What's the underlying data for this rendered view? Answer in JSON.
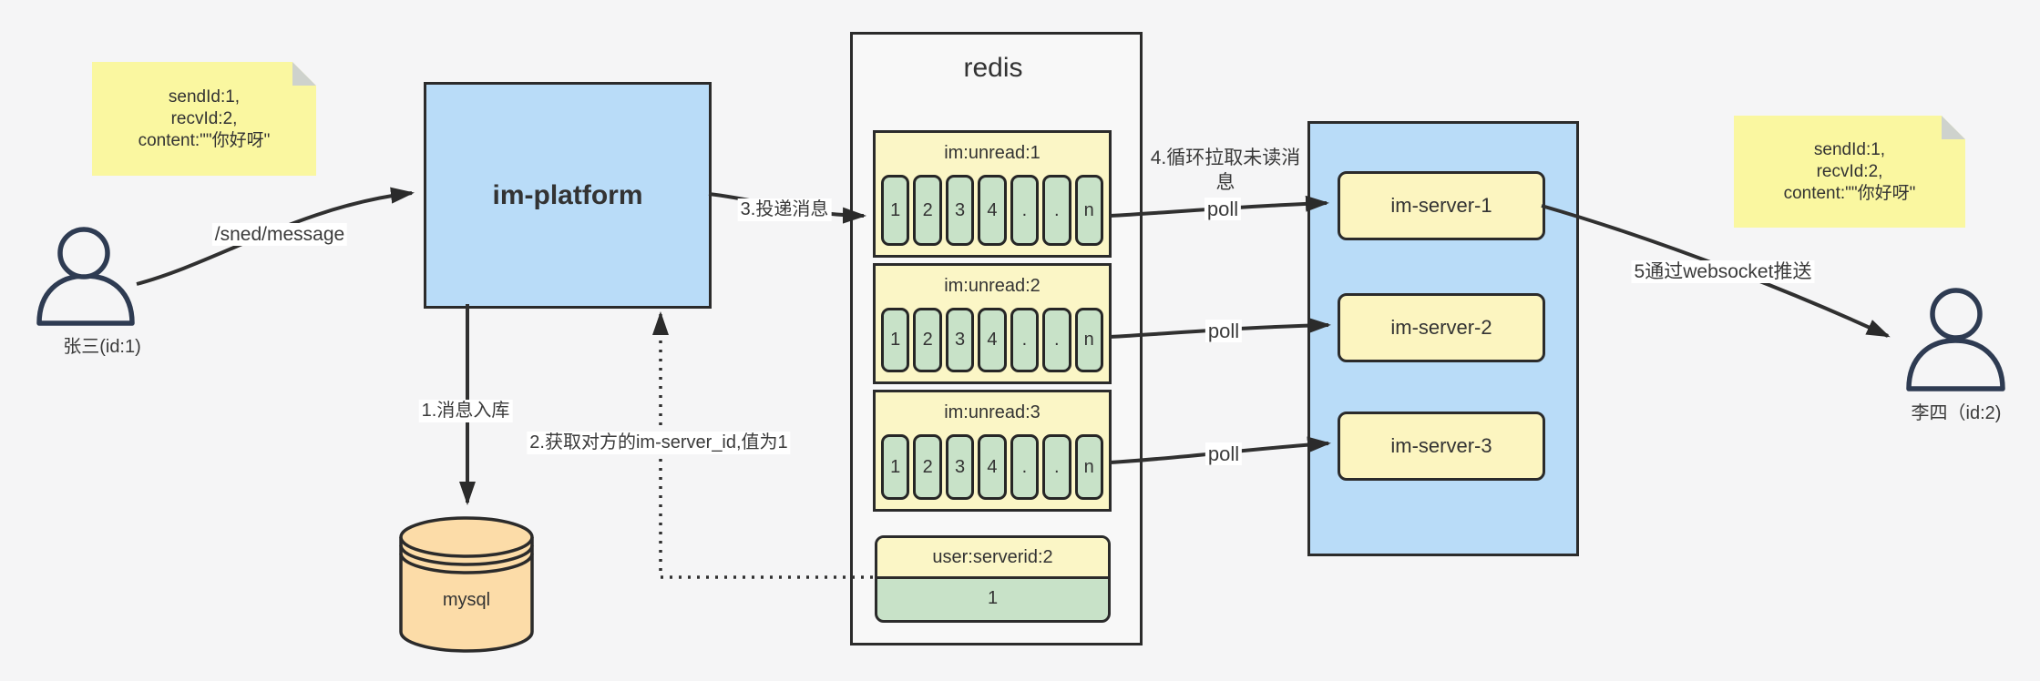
{
  "notes": {
    "left": {
      "lines": [
        "sendId:1,",
        "recvId:2,",
        "content:\"\"你好呀\""
      ]
    },
    "right": {
      "lines": [
        "sendId:1,",
        "recvId:2,",
        "content:\"\"你好呀\""
      ]
    }
  },
  "actors": {
    "sender": {
      "label": "张三(id:1)"
    },
    "receiver": {
      "label": "李四（id:2)"
    }
  },
  "platform": {
    "label": "im-platform"
  },
  "database": {
    "label": "mysql"
  },
  "redis": {
    "title": "redis",
    "queues": [
      {
        "title": "im:unread:1",
        "cells": [
          "1",
          "2",
          "3",
          "4",
          ".",
          ".",
          "n"
        ]
      },
      {
        "title": "im:unread:2",
        "cells": [
          "1",
          "2",
          "3",
          "4",
          ".",
          ".",
          "n"
        ]
      },
      {
        "title": "im:unread:3",
        "cells": [
          "1",
          "2",
          "3",
          "4",
          ".",
          ".",
          "n"
        ]
      }
    ],
    "kv": {
      "key": "user:serverid:2",
      "value": "1"
    }
  },
  "servers": [
    {
      "label": "im-server-1"
    },
    {
      "label": "im-server-2"
    },
    {
      "label": "im-server-3"
    }
  ],
  "edges": {
    "send_api": "/sned/message",
    "step1": "1.消息入库",
    "step2": "2.获取对方的im-server_id,值为1",
    "step3": "3.投递消息",
    "step4_line1": "4.循环拉取未读消",
    "step4_line2": "息",
    "poll1": "poll",
    "poll2": "poll",
    "poll3": "poll",
    "step5": "5通过websocket推送"
  },
  "colors": {
    "background": "#f5f5f6",
    "note_yellow": "#faf7a0",
    "box_blue": "#b9dcf8",
    "queue_yellow": "#fbf6c6",
    "cell_green": "#c8e2c8",
    "mysql_orange": "#fcdca8",
    "stroke_dark": "#2b2b2b",
    "actor_stroke": "#2e3b52"
  }
}
